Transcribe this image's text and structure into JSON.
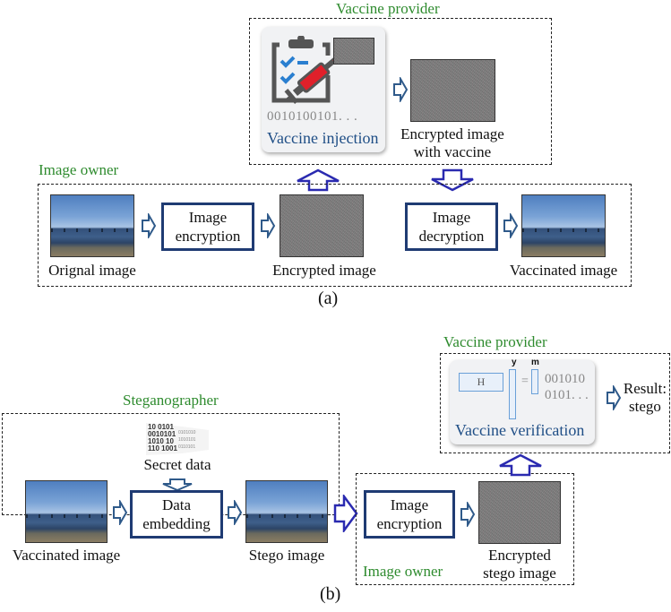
{
  "panel_a": {
    "caption": "(a)",
    "vaccine_provider": {
      "title": "Vaccine provider",
      "card_title": "Vaccine injection",
      "binary_text": "0010100101. . .",
      "output_label_line1": "Encrypted image",
      "output_label_line2": "with vaccine"
    },
    "image_owner": {
      "title": "Image owner",
      "original_label": "Orignal image",
      "encryption_line1": "Image",
      "encryption_line2": "encryption",
      "encrypted_label": "Encrypted image",
      "decryption_line1": "Image",
      "decryption_line2": "decryption",
      "vaccinated_label": "Vaccinated image"
    }
  },
  "panel_b": {
    "caption": "(b)",
    "steganographer": {
      "title": "Steganographer",
      "secret_label": "Secret data",
      "embedding_line1": "Data",
      "embedding_line2": "embedding",
      "vaccinated_label": "Vaccinated image",
      "stego_label": "Stego image"
    },
    "image_owner": {
      "title": "Image owner",
      "encryption_line1": "Image",
      "encryption_line2": "encryption",
      "encrypted_line1": "Encrypted",
      "encrypted_line2": "stego image"
    },
    "vaccine_provider": {
      "title": "Vaccine provider",
      "card_title": "Vaccine verification",
      "matrix_label": "H",
      "y_label": "y",
      "m_label": "m",
      "equals": "=",
      "binary_line1": "001010",
      "binary_line2": "0101. . .",
      "result_line1": "Result:",
      "result_line2": "stego"
    }
  },
  "colors": {
    "process_border": "#1f3b73",
    "group_title": "#2e8b2e",
    "card_title": "#1f4e86",
    "arrow_small": "#2f5a8a",
    "arrow_big": "#2a2ab0",
    "syringe_red": "#e0202a",
    "check_blue": "#2a7fd0"
  }
}
